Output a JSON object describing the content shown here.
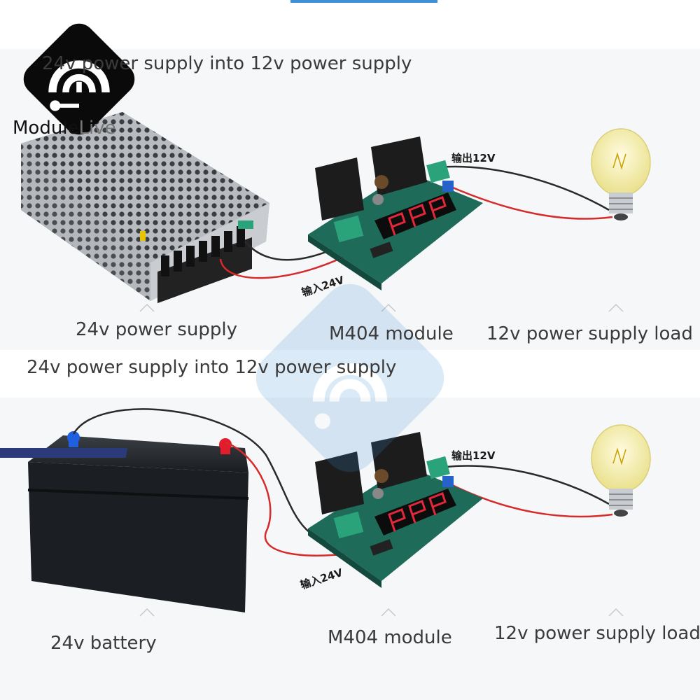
{
  "brand": {
    "name_main": "Module",
    "name_tail": "Live"
  },
  "top_diagram": {
    "heading": "24v power supply into 12v power supply",
    "source_label": "24v power supply",
    "module_label": "M404 module",
    "load_label": "12v power supply load",
    "input_tag": "输入24V",
    "output_tag": "输出12V"
  },
  "bottom_diagram": {
    "heading": "24v power supply into 12v power supply",
    "source_label": "24v battery",
    "module_label": "M404 module",
    "load_label": "12v power supply load",
    "input_tag": "输入24V",
    "output_tag": "输出12V"
  },
  "colors": {
    "pcb": "#1f6b5a",
    "display_segment": "#e0283a",
    "terminal": "#2aa37a",
    "wire_positive": "#d62b2b",
    "wire_negative": "#2a2a2a",
    "bulb_glass": "#f5f0b0",
    "logo_bg": "#0a0a0a",
    "watermark": "#3d8fd6"
  }
}
